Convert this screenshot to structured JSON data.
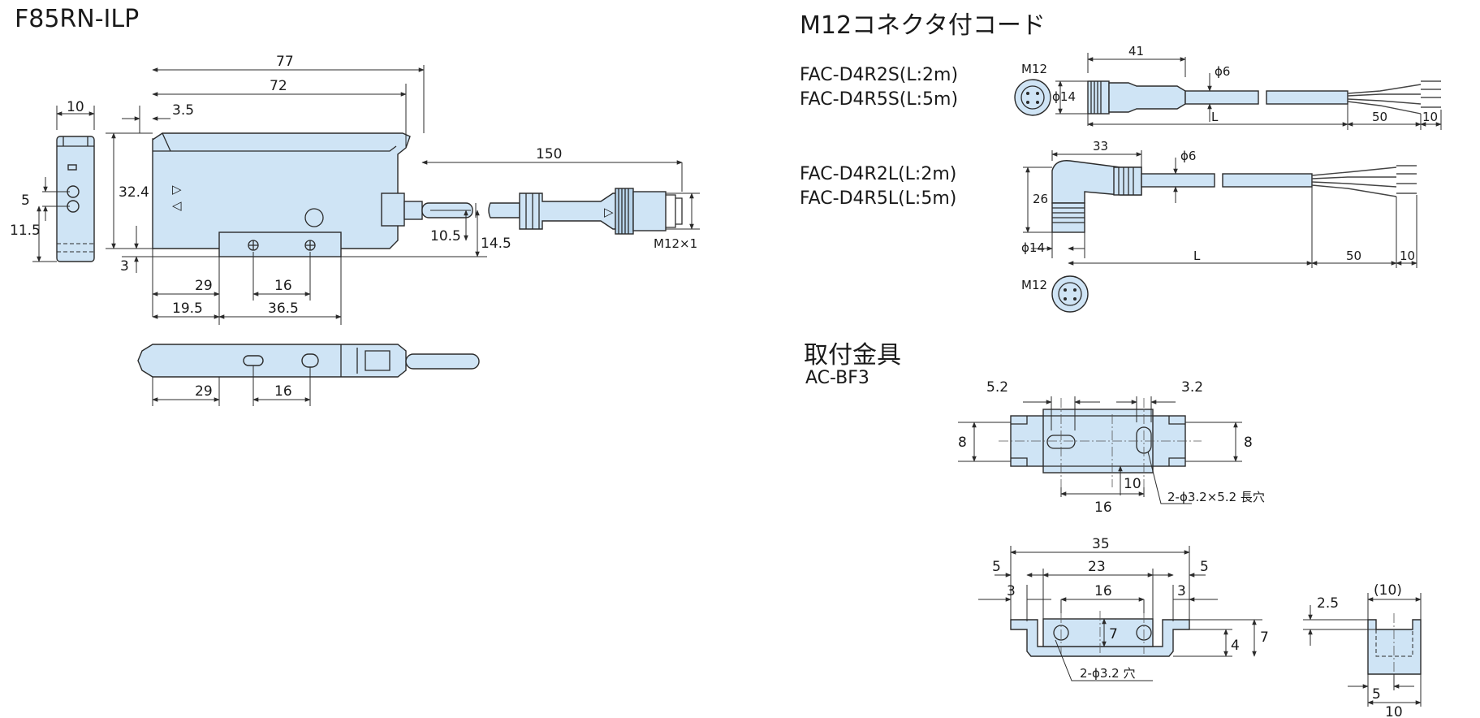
{
  "titles": {
    "sensor": "F85RN-ILP",
    "cord": "M12コネクタ付コード",
    "bracket": "取付金具",
    "bracket_model": "AC-BF3"
  },
  "cord_models": {
    "straight_1": "FAC-D4R2S(L:2m)",
    "straight_2": "FAC-D4R5S(L:5m)",
    "angled_1": "FAC-D4R2L(L:2m)",
    "angled_2": "FAC-D4R5L(L:5m)"
  },
  "sensor_dims": {
    "d77": "77",
    "d72": "72",
    "d35": "3.5",
    "d150": "150",
    "d10": "10",
    "d5": "5",
    "d115": "11.5",
    "d324": "32.4",
    "d3": "3",
    "d105": "10.5",
    "d145": "14.5",
    "m12x1": "M12×1",
    "d29": "29",
    "d16": "16",
    "d195": "19.5",
    "d365": "36.5",
    "b29": "29",
    "b16": "16"
  },
  "cord_dims": {
    "s_m12": "M12",
    "s_41": "41",
    "s_phi6": "ϕ6",
    "s_phi14": "ϕ14",
    "s_L": "L",
    "s_50": "50",
    "s_10": "10",
    "a_33": "33",
    "a_phi6": "ϕ6",
    "a_26": "26",
    "a_phi14": "ϕ14",
    "a_L": "L",
    "a_50": "50",
    "a_10": "10",
    "a_m12": "M12"
  },
  "bracket_dims": {
    "t_52": "5.2",
    "t_32": "3.2",
    "t_8l": "8",
    "t_8r": "8",
    "t_10": "10",
    "t_16": "16",
    "t_slot": "2-ϕ3.2×5.2 長穴",
    "f_35": "35",
    "f_23": "23",
    "f_5l": "5",
    "f_5r": "5",
    "f_3l": "3",
    "f_16": "16",
    "f_3r": "3",
    "f_7a": "7",
    "f_4": "4",
    "f_7b": "7",
    "f_hole": "2-ϕ3.2 穴",
    "s_25": "2.5",
    "s_10p": "(10)",
    "s_5": "5",
    "s_10": "10"
  },
  "colors": {
    "part_fill": "#cfe4f5",
    "line": "#2b2b2b"
  }
}
